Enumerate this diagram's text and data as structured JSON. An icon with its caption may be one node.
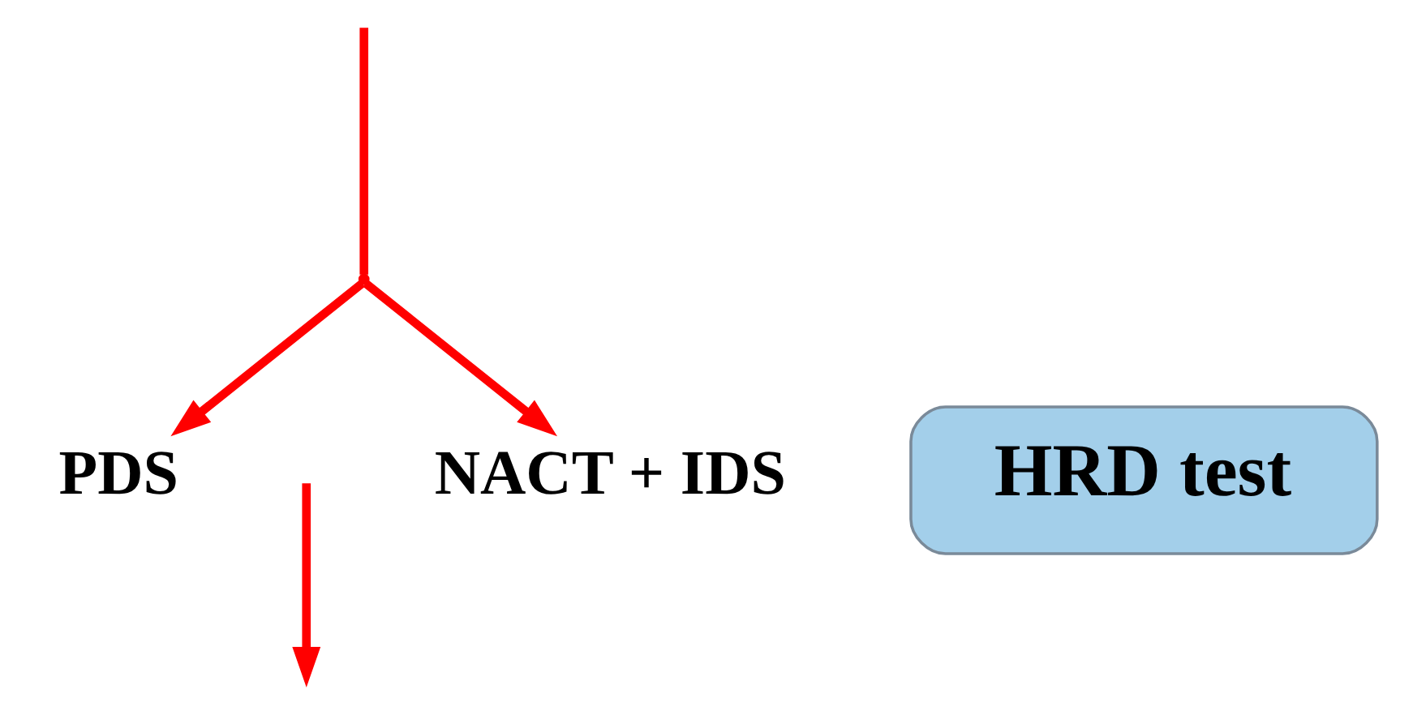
{
  "diagram": {
    "nodes": [
      {
        "text": [],
        "shape": "point"
      },
      {
        "text": [
          "PDS"
        ]
      },
      {
        "text": [
          "NACT + IDS"
        ]
      },
      {
        "text": [
          "HRD test"
        ]
      }
    ],
    "edges": [
      {
        "from": null,
        "to": 0,
        "arrow": "none"
      },
      {
        "from": 0,
        "to": 1,
        "arrow": "to"
      },
      {
        "from": 0,
        "to": 2,
        "arrow": "to"
      }
    ]
  }
}
